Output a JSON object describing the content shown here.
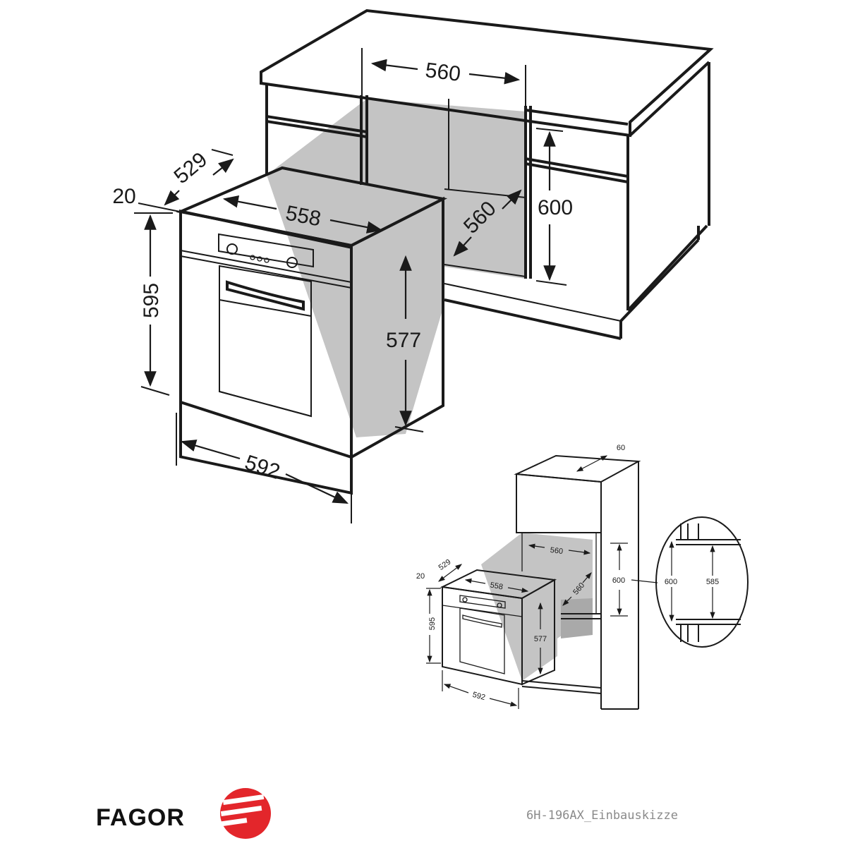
{
  "main_diagram": {
    "dims": {
      "niche_width": "560",
      "niche_depth": "560",
      "niche_height": "600",
      "oven_depth": "529",
      "front_offset": "20",
      "body_width": "558",
      "front_height": "595",
      "body_height": "577",
      "front_width": "592"
    }
  },
  "tall_unit_diagram": {
    "dims": {
      "rear_gap": "60",
      "niche_width": "560",
      "niche_depth": "560",
      "niche_height": "600",
      "oven_depth": "529",
      "front_offset": "20",
      "body_width": "558",
      "front_height": "595",
      "body_height": "577",
      "front_width": "592"
    },
    "detail": {
      "outer_height": "600",
      "inner_height": "585"
    }
  },
  "footer": {
    "brand": "FAGOR",
    "caption": "6H-196AX_Einbauskizze",
    "logo_icon": "fagor-logo-icon"
  },
  "colors": {
    "line": "#1a1a1a",
    "shadow": "#c4c4c4",
    "logo_red": "#e3262b",
    "caption_gray": "#8a8a8a"
  }
}
